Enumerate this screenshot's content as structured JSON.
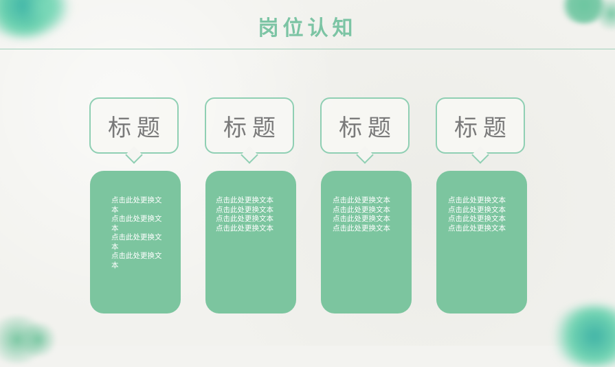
{
  "slide": {
    "title": "岗位认知",
    "accent_color": "#7cc59f",
    "title_color": "#7cc4a4",
    "columns": [
      {
        "heading": "标题",
        "lines": [
          "点击此处更换文本",
          "点击此处更换文本",
          "点击此处更换文本",
          "点击此处更换文本"
        ]
      },
      {
        "heading": "标题",
        "lines": [
          "点击此处更换文本",
          "点击此处更换文本",
          "点击此处更换文本",
          "点击此处更换文本"
        ]
      },
      {
        "heading": "标题",
        "lines": [
          "点击此处更换文本",
          "点击此处更换文本",
          "点击此处更换文本",
          "点击此处更换文本"
        ]
      },
      {
        "heading": "标题",
        "lines": [
          "点击此处更换文本",
          "点击此处更换文本",
          "点击此处更换文本",
          "点击此处更换文本"
        ]
      }
    ]
  }
}
